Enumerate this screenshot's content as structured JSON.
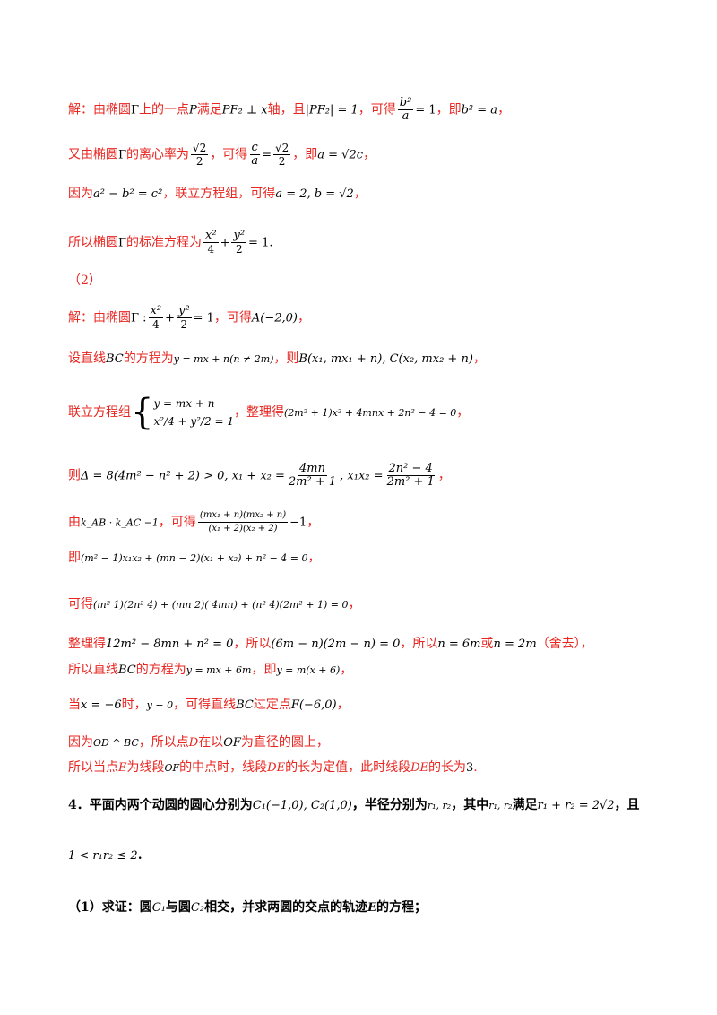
{
  "lines": [
    {
      "a": "解：由椭圆",
      "b": "Γ",
      "c": "上的一点",
      "d": "P",
      "e": "满足",
      "f": "PF₂ ⊥ x",
      "g": "轴，且",
      "h": "|PF₂| = 1",
      "i": "，可得",
      "j_num": "b²",
      "j_den": "a",
      "j_tail": "= 1",
      "k": "，即",
      "l": "b² = a",
      "m": "，"
    },
    {
      "a": "又由椭圆",
      "b": "Γ",
      "c": "的离心率为",
      "d_num": "√2",
      "d_den": "2",
      "e": "，可得",
      "f_num": "c",
      "f_den": "a",
      "f_mid": "=",
      "g_num": "√2",
      "g_den": "2",
      "h": "，即",
      "i": "a = √2c",
      "j": "，"
    },
    {
      "a": "因为",
      "b": "a² − b² = c²",
      "c": "，联立方程组，可得",
      "d": "a = 2, b = √2",
      "e": "，"
    },
    {
      "a": "所以椭圆",
      "b": "Γ",
      "c": "的标准方程为",
      "d_num": "x²",
      "d_den": "4",
      "e": "+",
      "f_num": "y²",
      "f_den": "2",
      "g": "= 1."
    },
    {
      "a": "（2）"
    },
    {
      "a": "解：由椭圆",
      "b": "Γ :",
      "c_num": "x²",
      "c_den": "4",
      "d": "+",
      "e_num": "y²",
      "e_den": "2",
      "f": "= 1",
      "g": "，可得",
      "h": "A(−2,0)",
      "i": "，"
    },
    {
      "a": "设直线",
      "b": "BC",
      "c": "的方程为",
      "d": "y = mx + n(n ≠ 2m)",
      "e": "，则",
      "f": "B(x₁, mx₁ + n), C(x₂, mx₂ + n)",
      "g": "，"
    },
    {
      "a": "联立方程组",
      "r1": "y = mx + n",
      "r2": "x²/4 + y²/2 = 1",
      "b": "，整理得",
      "c": "(2m² + 1)x² + 4mnx + 2n² − 4 = 0",
      "d": "，"
    },
    {
      "a": "则",
      "b": "Δ = 8(4m² − n² + 2) > 0, x₁ + x₂ =",
      "c_num": "4mn",
      "c_den": "2m² + 1",
      "d": ", x₁x₂ =",
      "e_num": "2n² − 4",
      "e_den": "2m² + 1",
      "f": "，"
    },
    {
      "a": "由",
      "b": "k_AB · k_AC −1",
      "c": "，可得",
      "d_num": "(mx₁ + n)(mx₂ + n)",
      "d_den": "(x₁ + 2)(x₂ + 2)",
      "e": "−1",
      "f": "，"
    },
    {
      "a": "即",
      "b": "(m² − 1)x₁x₂ + (mn − 2)(x₁ + x₂) + n² − 4 = 0",
      "c": "，"
    },
    {
      "a": "可得",
      "b": "(m²   1)(2n²   4) + (mn   2)(  4mn) + (n²   4)(2m² + 1) = 0",
      "c": "，"
    },
    {
      "a": "整理得",
      "b": "12m² − 8mn + n² = 0",
      "c": "，所以",
      "d": "(6m − n)(2m − n) = 0",
      "e": "，所以",
      "f": "n = 6m",
      "g": "或",
      "h": "n = 2m",
      "i": "（舍去），"
    },
    {
      "a": "所以直线",
      "b": "BC",
      "c": "的方程为",
      "d": "y = mx + 6m",
      "e": "，即",
      "f": "y = m(x + 6)",
      "g": "，"
    },
    {
      "a": "当",
      "b": "x = −6",
      "c": "时，",
      "d": "y − 0",
      "e": "，可得直线",
      "f": "BC",
      "g": "过定点",
      "h": "F(−6,0)",
      "i": "，"
    },
    {
      "a": "因为",
      "b": "OD ^ BC",
      "c": "，所以点",
      "d": "D",
      "e": "在以",
      "f": "OF",
      "g": "为直径的圆上，"
    },
    {
      "a": "所以当点",
      "b": "E",
      "c": "为线段",
      "d": "OF",
      "e": "的中点时，线段",
      "f": "DE",
      "g": "的长为定值，此时线段",
      "h": "DE",
      "i": "的长为",
      "j": "3",
      "k": "."
    }
  ],
  "problem4": {
    "a": "4．平面内两个动圆的圆心分别为",
    "b": "C₁(−1,0), C₂(1,0)",
    "c": "，半径分别为",
    "d": "r₁, r₂",
    "e": "，其中",
    "f": "r₁, r₂",
    "g": "满足",
    "h": "r₁ + r₂ = 2√2",
    "i": "，且",
    "j": "1 < r₁r₂ ≤ 2",
    "k": ".",
    "p1a": "（1）求证：圆",
    "p1b": "C₁",
    "p1c": "与圆",
    "p1d": "C₂",
    "p1e": "相交，并求两圆的交点的轨迹",
    "p1f": "E",
    "p1g": "的方程；"
  }
}
